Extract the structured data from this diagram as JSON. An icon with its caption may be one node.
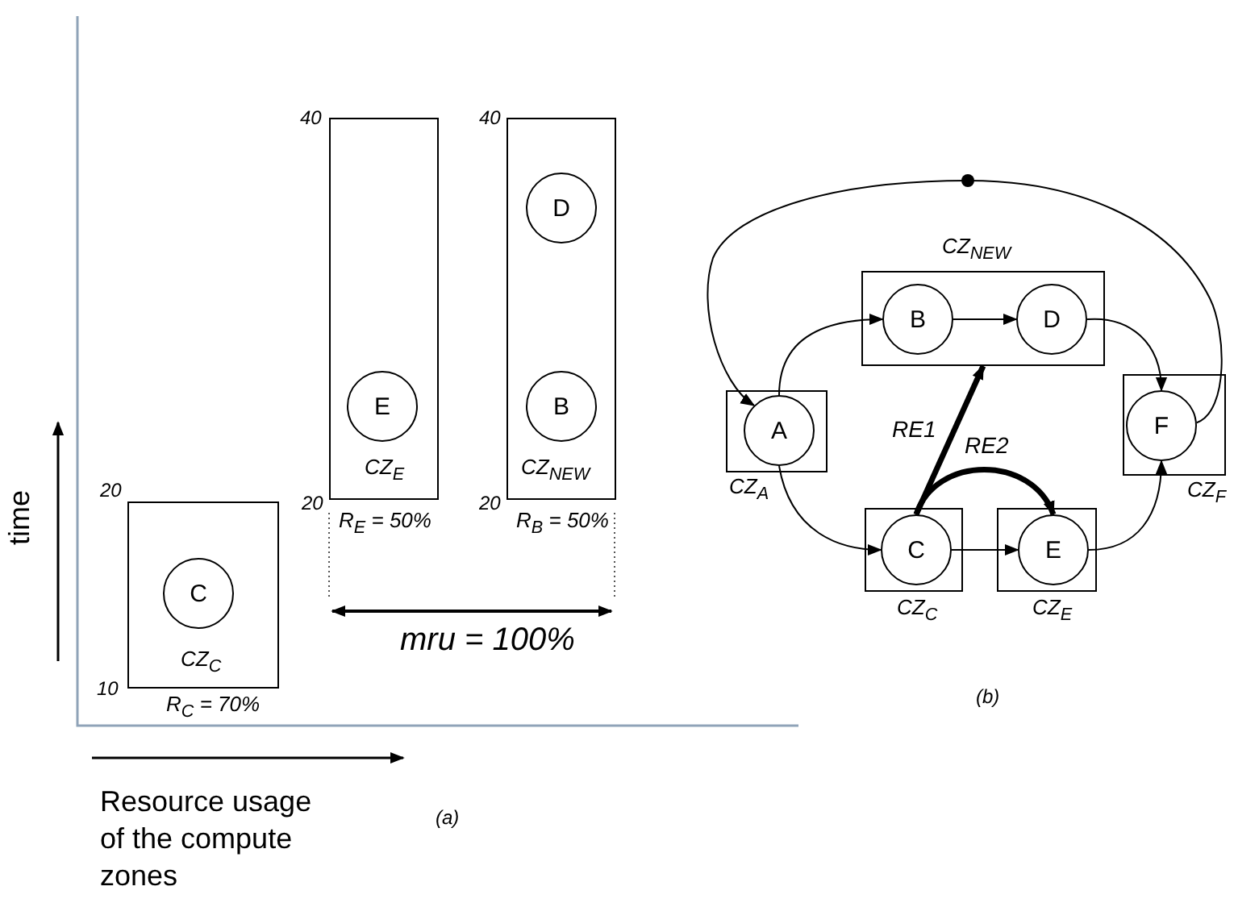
{
  "diagram": {
    "nodes": [
      {
        "text": [
          "CZ$_{C}$"
        ],
        "beside": [
          "R$_{C}$ = 70%"
        ]
      },
      {
        "text": [
          "C"
        ],
        "in": 0
      },
      {
        "text": [
          "CZ$_{E}$"
        ],
        "beside": [
          "R$_{E}$ = 50%"
        ]
      },
      {
        "text": [
          "E"
        ],
        "in": 2
      },
      {
        "text": [
          "CZ$_{NEW}$"
        ],
        "beside": [
          "R$_{B}$ = 50%"
        ]
      },
      {
        "text": [
          "D"
        ],
        "in": 4
      },
      {
        "text": [
          "B"
        ],
        "in": 4
      },
      {
        "text": [
          "CZ$_{A}$"
        ]
      },
      {
        "text": [
          "A"
        ],
        "in": 7
      },
      {
        "text": [
          "CZ$_{NEW}$"
        ]
      },
      {
        "text": [
          "B"
        ],
        "in": 9
      },
      {
        "text": [
          "D"
        ],
        "in": 9
      },
      {
        "text": [
          "CZ$_{C}$"
        ]
      },
      {
        "text": [
          "C"
        ],
        "in": 12
      },
      {
        "text": [
          "CZ$_{E}$"
        ]
      },
      {
        "text": [
          "E"
        ],
        "in": 14
      },
      {
        "text": [
          "CZ$_{F}$"
        ]
      },
      {
        "text": [
          "F"
        ],
        "in": 16
      }
    ],
    "edges": [
      {
        "from": 8,
        "to": 10,
        "arrow": "to"
      },
      {
        "from": 8,
        "to": 13,
        "arrow": "to"
      },
      {
        "from": 10,
        "to": 11,
        "arrow": "to"
      },
      {
        "from": 11,
        "to": 17,
        "arrow": "to"
      },
      {
        "from": 13,
        "to": 15,
        "arrow": "to"
      },
      {
        "from": 15,
        "to": 17,
        "arrow": "to"
      },
      {
        "from": 17,
        "to": 8,
        "arrow": "to"
      },
      {
        "from": 13,
        "to": 9,
        "arrow": "to",
        "label": "RE1",
        "style": "thick"
      },
      {
        "from": 13,
        "to": 15,
        "arrow": "to",
        "label": "RE2",
        "style": "thick"
      }
    ],
    "labels": [
      "40",
      "40",
      "20",
      "time",
      "20",
      "20",
      "mru = 100%",
      "10",
      "Resource usage of the compute zones",
      "(a)",
      "(b)"
    ]
  }
}
